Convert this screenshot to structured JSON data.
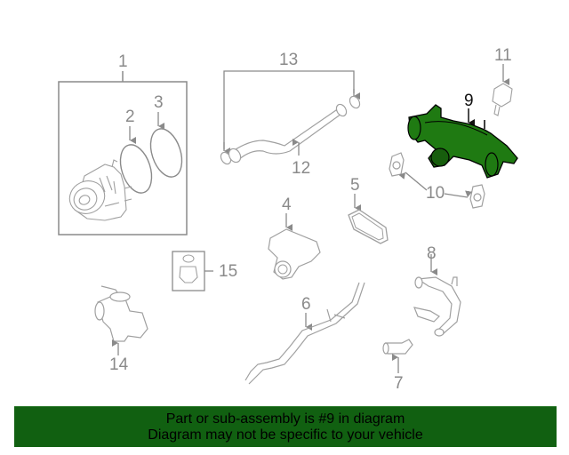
{
  "diagram": {
    "highlighted_part": "9",
    "highlight_color": "#1a6b0f",
    "line_color": "#9a9a9a",
    "callouts": [
      {
        "id": "1",
        "label": "1"
      },
      {
        "id": "2",
        "label": "2"
      },
      {
        "id": "3",
        "label": "3"
      },
      {
        "id": "4",
        "label": "4"
      },
      {
        "id": "5",
        "label": "5"
      },
      {
        "id": "6",
        "label": "6"
      },
      {
        "id": "7",
        "label": "7"
      },
      {
        "id": "8",
        "label": "8"
      },
      {
        "id": "9",
        "label": "9"
      },
      {
        "id": "10",
        "label": "10"
      },
      {
        "id": "11",
        "label": "11"
      },
      {
        "id": "12",
        "label": "12"
      },
      {
        "id": "13",
        "label": "13"
      },
      {
        "id": "14",
        "label": "14"
      },
      {
        "id": "15",
        "label": "15"
      }
    ]
  },
  "banner": {
    "line1": "Part or sub-assembly is #9 in diagram",
    "line2": "Diagram may not be specific to your vehicle",
    "background": "#116011"
  }
}
